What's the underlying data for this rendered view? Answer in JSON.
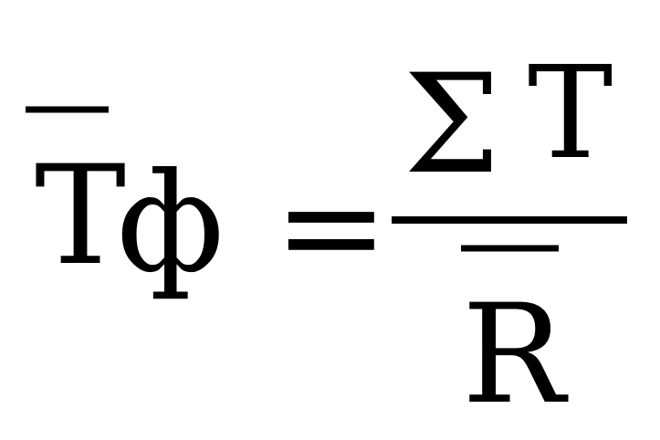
{
  "formula": {
    "lhs_variable": "T",
    "lhs_subscript": "ф",
    "equals": "=",
    "sum_symbol": "Σ",
    "numerator_variable": "T",
    "denominator_variable": "R"
  }
}
